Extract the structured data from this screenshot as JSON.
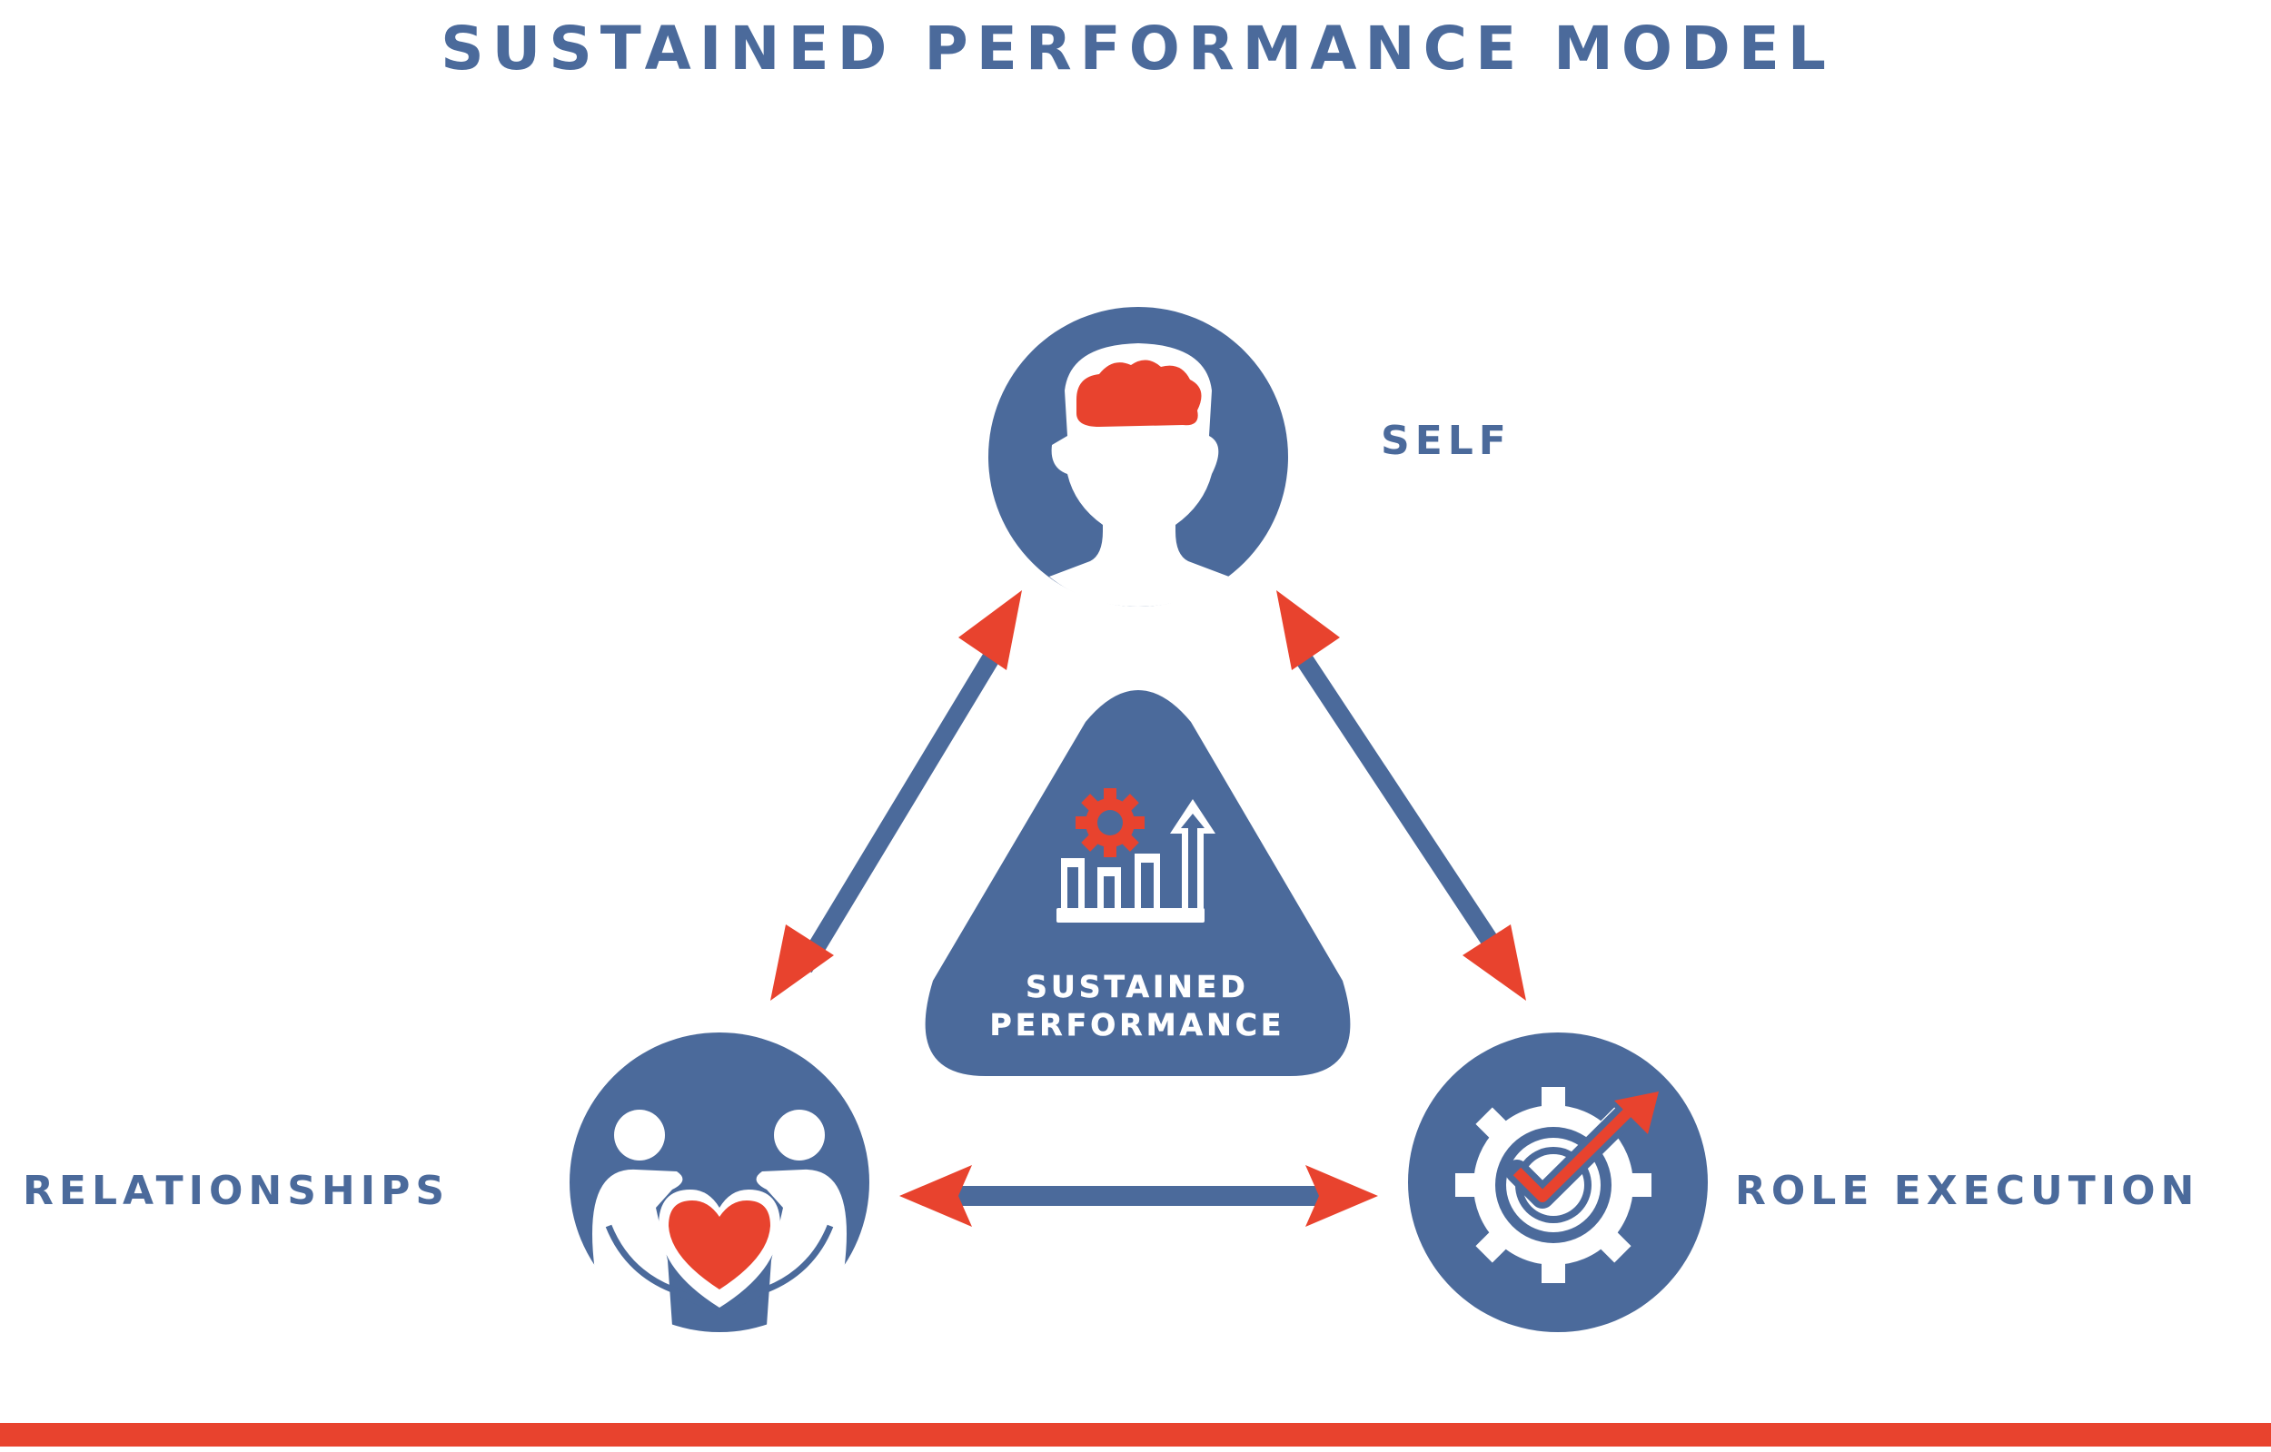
{
  "title": "SUSTAINED PERFORMANCE MODEL",
  "colors": {
    "blue": "#4b6a9b",
    "red": "#e8432e",
    "white": "#ffffff"
  },
  "center": {
    "line1": "SUSTAINED",
    "line2": "PERFORMANCE",
    "icon": "gear-growth-chart-icon"
  },
  "nodes": {
    "self": {
      "label": "SELF",
      "icon": "head-brain-icon"
    },
    "relationships": {
      "label": "RELATIONSHIPS",
      "icon": "people-heart-hands-icon"
    },
    "role_execution": {
      "label": "ROLE EXECUTION",
      "icon": "gear-check-arrow-icon"
    }
  },
  "connections": [
    {
      "from": "self",
      "to": "relationships",
      "type": "bidirectional"
    },
    {
      "from": "self",
      "to": "role_execution",
      "type": "bidirectional"
    },
    {
      "from": "relationships",
      "to": "role_execution",
      "type": "bidirectional"
    }
  ]
}
